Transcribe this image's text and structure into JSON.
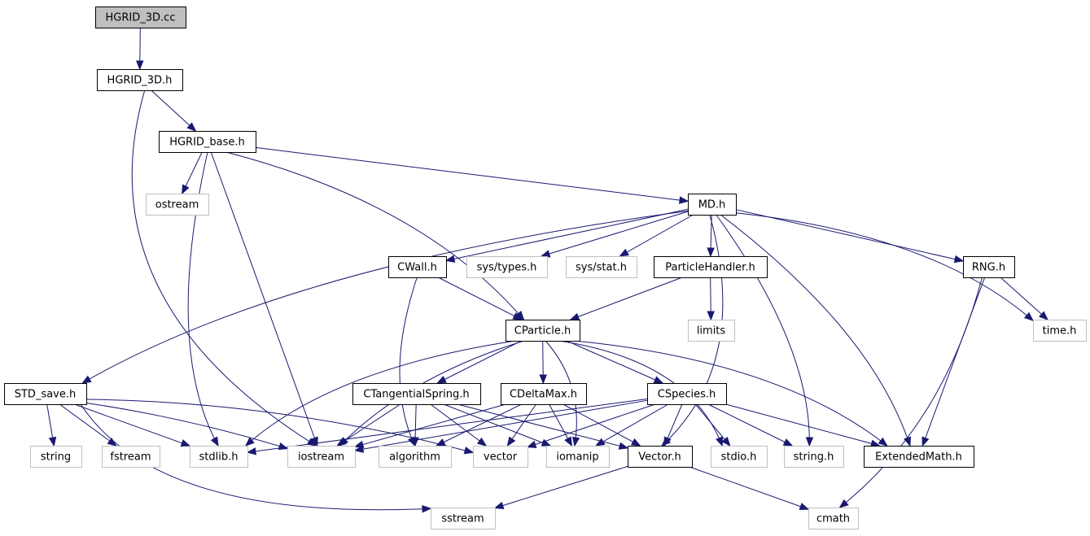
{
  "colors": {
    "edge": "#191970",
    "root_fill": "#bfbfbf",
    "box_border": "#000000",
    "external_border": "#bfbfbf",
    "text": "#000000"
  },
  "nodes": [
    {
      "id": "hgrid3dcc",
      "label": "HGRID_3D.cc",
      "kind": "root"
    },
    {
      "id": "hgrid3dh",
      "label": "HGRID_3D.h",
      "kind": "local"
    },
    {
      "id": "hgridbase",
      "label": "HGRID_base.h",
      "kind": "local"
    },
    {
      "id": "ostream",
      "label": "ostream",
      "kind": "external"
    },
    {
      "id": "md",
      "label": "MD.h",
      "kind": "local"
    },
    {
      "id": "cwall",
      "label": "CWall.h",
      "kind": "local"
    },
    {
      "id": "systypes",
      "label": "sys/types.h",
      "kind": "external"
    },
    {
      "id": "sysstat",
      "label": "sys/stat.h",
      "kind": "external"
    },
    {
      "id": "particlehandler",
      "label": "ParticleHandler.h",
      "kind": "local"
    },
    {
      "id": "rng",
      "label": "RNG.h",
      "kind": "local"
    },
    {
      "id": "cparticle",
      "label": "CParticle.h",
      "kind": "local"
    },
    {
      "id": "limits",
      "label": "limits",
      "kind": "external"
    },
    {
      "id": "time",
      "label": "time.h",
      "kind": "external"
    },
    {
      "id": "stdsave",
      "label": "STD_save.h",
      "kind": "local"
    },
    {
      "id": "ctangential",
      "label": "CTangentialSpring.h",
      "kind": "local"
    },
    {
      "id": "cdeltamax",
      "label": "CDeltaMax.h",
      "kind": "local"
    },
    {
      "id": "cspecies",
      "label": "CSpecies.h",
      "kind": "local"
    },
    {
      "id": "string",
      "label": "string",
      "kind": "external"
    },
    {
      "id": "fstream",
      "label": "fstream",
      "kind": "external"
    },
    {
      "id": "stdlib",
      "label": "stdlib.h",
      "kind": "external"
    },
    {
      "id": "iostream",
      "label": "iostream",
      "kind": "external"
    },
    {
      "id": "algorithm",
      "label": "algorithm",
      "kind": "external"
    },
    {
      "id": "vector",
      "label": "vector",
      "kind": "external"
    },
    {
      "id": "iomanip",
      "label": "iomanip",
      "kind": "external"
    },
    {
      "id": "vectorh",
      "label": "Vector.h",
      "kind": "local"
    },
    {
      "id": "stdio",
      "label": "stdio.h",
      "kind": "external"
    },
    {
      "id": "stringh",
      "label": "string.h",
      "kind": "external"
    },
    {
      "id": "extmath",
      "label": "ExtendedMath.h",
      "kind": "local"
    },
    {
      "id": "sstream",
      "label": "sstream",
      "kind": "external"
    },
    {
      "id": "cmath",
      "label": "cmath",
      "kind": "external"
    }
  ],
  "edges": [
    [
      "hgrid3dcc",
      "hgrid3dh"
    ],
    [
      "hgrid3dh",
      "hgridbase"
    ],
    [
      "hgrid3dh",
      "iostream"
    ],
    [
      "hgridbase",
      "ostream"
    ],
    [
      "hgridbase",
      "md"
    ],
    [
      "hgridbase",
      "cparticle"
    ],
    [
      "hgridbase",
      "stdlib"
    ],
    [
      "hgridbase",
      "iostream"
    ],
    [
      "md",
      "cwall"
    ],
    [
      "md",
      "systypes"
    ],
    [
      "md",
      "sysstat"
    ],
    [
      "md",
      "particlehandler"
    ],
    [
      "md",
      "rng"
    ],
    [
      "md",
      "time"
    ],
    [
      "md",
      "stdsave"
    ],
    [
      "md",
      "vectorh"
    ],
    [
      "md",
      "stringh"
    ],
    [
      "md",
      "extmath"
    ],
    [
      "cwall",
      "cparticle"
    ],
    [
      "cwall",
      "algorithm"
    ],
    [
      "particlehandler",
      "cparticle"
    ],
    [
      "particlehandler",
      "limits"
    ],
    [
      "rng",
      "time"
    ],
    [
      "rng",
      "extmath"
    ],
    [
      "rng",
      "cmath"
    ],
    [
      "cparticle",
      "ctangential"
    ],
    [
      "cparticle",
      "cdeltamax"
    ],
    [
      "cparticle",
      "cspecies"
    ],
    [
      "cparticle",
      "stdlib"
    ],
    [
      "cparticle",
      "iostream"
    ],
    [
      "cparticle",
      "iomanip"
    ],
    [
      "cparticle",
      "stdio"
    ],
    [
      "cparticle",
      "extmath"
    ],
    [
      "stdsave",
      "string"
    ],
    [
      "stdsave",
      "fstream"
    ],
    [
      "stdsave",
      "stdlib"
    ],
    [
      "stdsave",
      "iostream"
    ],
    [
      "stdsave",
      "vector"
    ],
    [
      "stdsave",
      "sstream"
    ],
    [
      "ctangential",
      "iostream"
    ],
    [
      "ctangential",
      "algorithm"
    ],
    [
      "ctangential",
      "vector"
    ],
    [
      "ctangential",
      "iomanip"
    ],
    [
      "ctangential",
      "vectorh"
    ],
    [
      "cdeltamax",
      "iostream"
    ],
    [
      "cdeltamax",
      "algorithm"
    ],
    [
      "cdeltamax",
      "vector"
    ],
    [
      "cdeltamax",
      "iomanip"
    ],
    [
      "cdeltamax",
      "vectorh"
    ],
    [
      "cspecies",
      "stdlib"
    ],
    [
      "cspecies",
      "iostream"
    ],
    [
      "cspecies",
      "vector"
    ],
    [
      "cspecies",
      "iomanip"
    ],
    [
      "cspecies",
      "vectorh"
    ],
    [
      "cspecies",
      "stdio"
    ],
    [
      "cspecies",
      "stringh"
    ],
    [
      "cspecies",
      "extmath"
    ],
    [
      "vectorh",
      "sstream"
    ],
    [
      "vectorh",
      "cmath"
    ]
  ]
}
